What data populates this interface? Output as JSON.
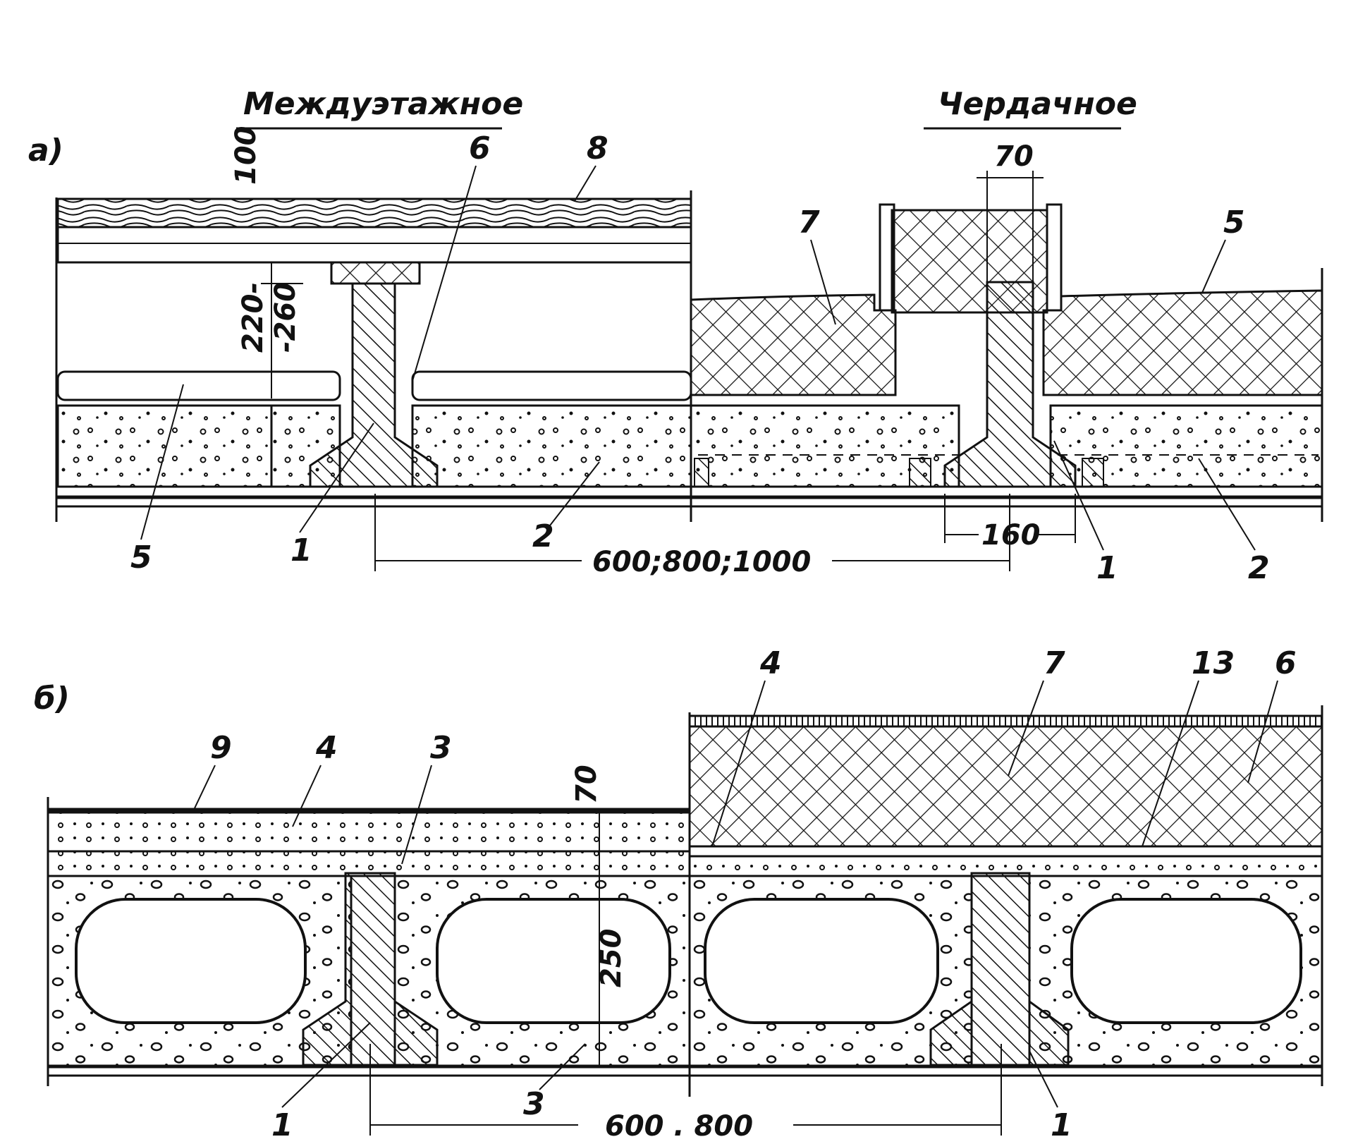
{
  "headings": {
    "interfloor": "Междуэтажное",
    "attic": "Чердачное"
  },
  "section_a": {
    "label": "а)",
    "dims": {
      "top_thickness": "100",
      "joist_height_1": "220-",
      "joist_height_2": "-260",
      "top_width": "70",
      "bottom_width": "160",
      "spacing": "600;800;1000"
    },
    "callouts": {
      "c6": "6",
      "c8": "8",
      "c7": "7",
      "c5_right": "5",
      "c5_left": "5",
      "c1_left": "1",
      "c2_mid": "2",
      "c1_right": "1",
      "c2_right": "2"
    }
  },
  "section_b": {
    "label": "б)",
    "dims": {
      "topping": "70",
      "height": "250",
      "spacing": "600 . 800"
    },
    "callouts": {
      "c9": "9",
      "c4_left": "4",
      "c3_top": "3",
      "c4_right": "4",
      "c7": "7",
      "c13": "13",
      "c6": "6",
      "c1_left": "1",
      "c3_bottom": "3",
      "c1_right": "1"
    }
  },
  "colors": {
    "ink": "#111111",
    "paper": "#ffffff"
  }
}
